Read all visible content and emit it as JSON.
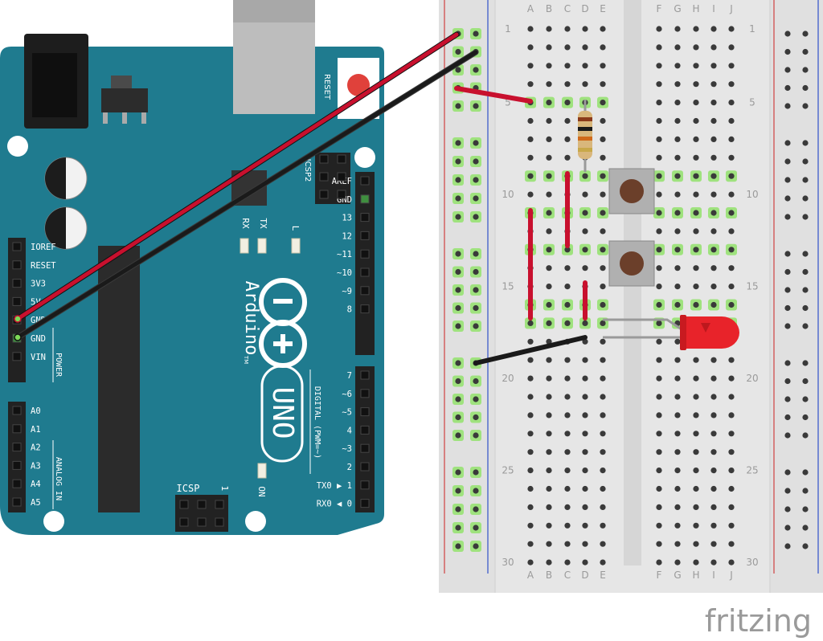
{
  "arduino": {
    "brand": "Arduino",
    "tm": "TM",
    "model": "UNO",
    "reset": "RESET",
    "icsp2": "ICSP2",
    "icsp": "ICSP",
    "icsp_one": "1",
    "on": "ON",
    "led_rx": "RX",
    "led_tx": "TX",
    "led_l": "L",
    "power_title": "POWER",
    "analog_title": "ANALOG IN",
    "digital_title": "DIGITAL (PWM=~)",
    "power_pins": [
      "IOREF",
      "RESET",
      "3V3",
      "5V",
      "GND",
      "GND",
      "VIN"
    ],
    "analog_pins": [
      "A0",
      "A1",
      "A2",
      "A3",
      "A4",
      "A5"
    ],
    "digital_top": [
      "AREF",
      "GND",
      "13",
      "12",
      "~11",
      "~10",
      "~9",
      "8"
    ],
    "digital_bottom": [
      "7",
      "~6",
      "~5",
      "4",
      "~3",
      "2",
      "TX0 ▶ 1",
      "RX0 ◀ 0"
    ]
  },
  "breadboard": {
    "columns_left": [
      "A",
      "B",
      "C",
      "D",
      "E"
    ],
    "columns_right": [
      "F",
      "G",
      "H",
      "I",
      "J"
    ],
    "row_numbers": [
      "1",
      "5",
      "10",
      "15",
      "20",
      "25",
      "30"
    ]
  },
  "colors": {
    "board": "#1f7b8f",
    "board_dark": "#176576",
    "breadboard": "#e6e6e6",
    "wire_red": "#c8102e",
    "wire_black": "#1a1a1a",
    "led": "#e8232a",
    "hole_active": "#7ed957"
  },
  "footer": {
    "logo": "fritzing"
  }
}
